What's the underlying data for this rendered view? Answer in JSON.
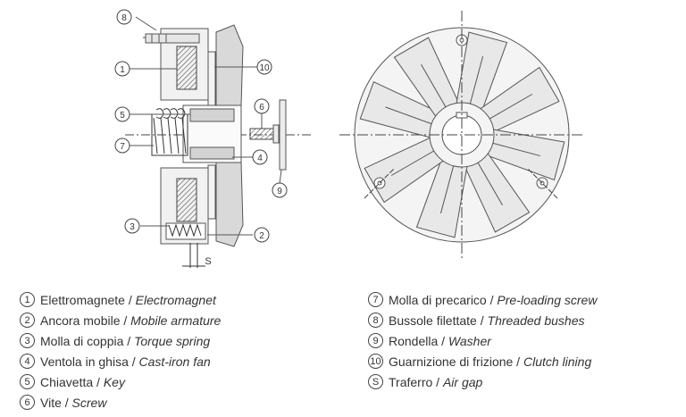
{
  "callouts": {
    "c1": "1",
    "c2": "2",
    "c3": "3",
    "c4": "4",
    "c5": "5",
    "c6": "6",
    "c7": "7",
    "c8": "8",
    "c9": "9",
    "c10": "10",
    "s": "S"
  },
  "legend_left": [
    {
      "num": "1",
      "it": "Elettromagnete",
      "en": "Electromagnet"
    },
    {
      "num": "2",
      "it": "Ancora mobile",
      "en": "Mobile armature"
    },
    {
      "num": "3",
      "it": "Molla di coppia",
      "en": "Torque spring"
    },
    {
      "num": "4",
      "it": "Ventola in ghisa",
      "en": "Cast-iron fan"
    },
    {
      "num": "5",
      "it": "Chiavetta",
      "en": "Key"
    },
    {
      "num": "6",
      "it": "Vite",
      "en": "Screw"
    }
  ],
  "legend_right": [
    {
      "num": "7",
      "it": "Molla di precarico",
      "en": "Pre-loading screw"
    },
    {
      "num": "8",
      "it": "Bussole filettate",
      "en": "Threaded bushes"
    },
    {
      "num": "9",
      "it": "Rondella",
      "en": "Washer"
    },
    {
      "num": "10",
      "it": "Guarnizione di frizione",
      "en": "Clutch lining"
    },
    {
      "num": "S",
      "it": "Traferro",
      "en": "Air gap"
    }
  ]
}
